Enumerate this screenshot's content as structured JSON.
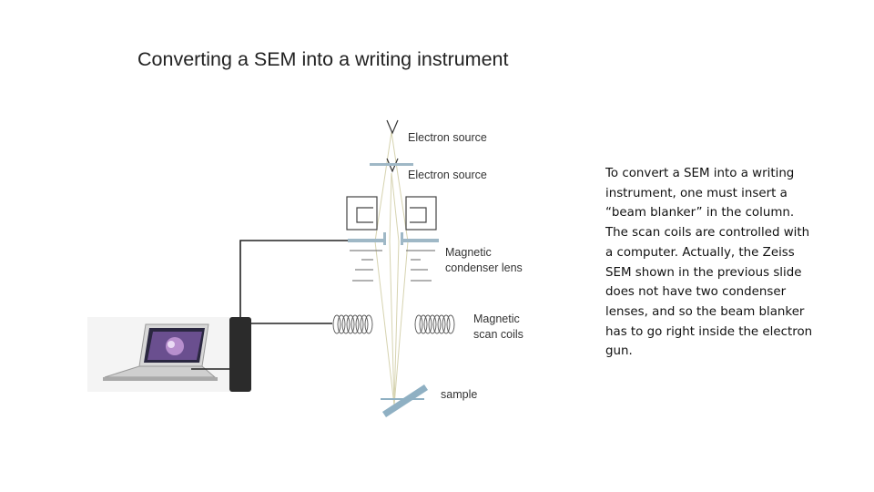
{
  "slide": {
    "title": "Converting a SEM into a writing instrument"
  },
  "diagram": {
    "labels": {
      "electron_source_1": "Electron source",
      "electron_source_2": "Electron source",
      "condenser_lens_line1": "Magnetic",
      "condenser_lens_line2": "condenser lens",
      "scan_coils_line1": "Magnetic",
      "scan_coils_line2": "scan coils",
      "sample": "sample"
    },
    "colors": {
      "blanker_plate": "#9fb8c6",
      "sample": "#8fb0c3",
      "beam": "#d6d3b0",
      "wire": "#222222",
      "controller": "#2b2b2b"
    }
  },
  "description": {
    "lines": [
      "To convert a SEM into a writing",
      "instrument, one must insert a",
      "“beam blanker” in the column.",
      "The scan coils are controlled with",
      "a computer. Actually, the Zeiss",
      "SEM shown in the previous slide",
      "does not have two condenser",
      "lenses, and so the beam blanker",
      "has to go right inside the electron",
      "gun."
    ]
  }
}
